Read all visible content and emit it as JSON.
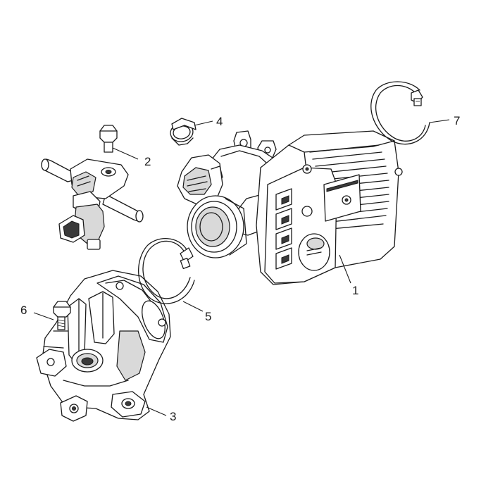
{
  "callouts": [
    {
      "id": "1",
      "label": "1",
      "part": "throttle-body"
    },
    {
      "id": "2",
      "label": "2",
      "part": "bolt"
    },
    {
      "id": "3",
      "label": "3",
      "part": "manifold"
    },
    {
      "id": "4",
      "label": "4",
      "part": "clamp-small"
    },
    {
      "id": "5",
      "label": "5",
      "part": "clamp"
    },
    {
      "id": "6",
      "label": "6",
      "part": "screw"
    },
    {
      "id": "7",
      "label": "7",
      "part": "clamp-large"
    }
  ]
}
